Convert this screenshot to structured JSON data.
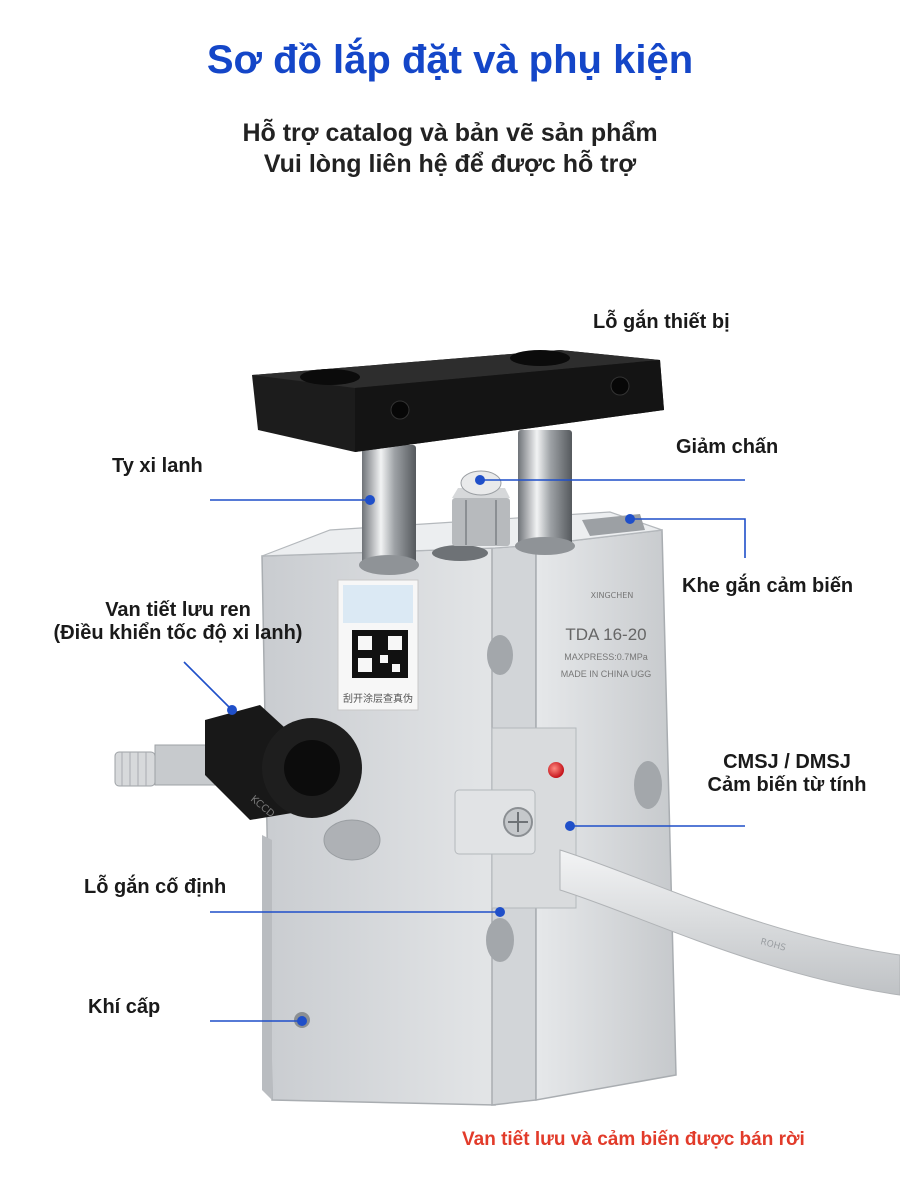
{
  "header": {
    "title": "Sơ đồ lắp đặt và phụ kiện",
    "subtitle_line1": "Hỗ trợ catalog và bản vẽ sản phẩm",
    "subtitle_line2": "Vui lòng liên hệ để được hỗ trợ"
  },
  "labels": {
    "mount_hole_device": "Lỗ gắn thiết bị",
    "piston_rod": "Ty xi lanh",
    "damper": "Giảm chấn",
    "sensor_slot": "Khe gắn cảm biến",
    "valve_line1": "Van tiết lưu ren",
    "valve_line2": "(Điều khiển tốc độ xi lanh)",
    "sensor_line1": "CMSJ / DMSJ",
    "sensor_line2": "Cảm biến từ tính",
    "fixing_hole": "Lỗ gắn cố định",
    "air_supply": "Khí cấp"
  },
  "product": {
    "model": "TDA 16-20",
    "maxpress": "MAXPRESS:0.7MPa",
    "made_in": "MADE IN CHINA UGG",
    "brand": "XINGCHEN",
    "sticker_text": "刮开涂层查真伪",
    "fitting_text": "KCCD",
    "cable_text": "ROHS"
  },
  "footer": {
    "note": "Van tiết lưu và cảm biến được bán rời"
  },
  "colors": {
    "title": "#1446c8",
    "leader": "#1f4fc9",
    "note": "#e23b2a",
    "body": "#d3d6d9",
    "plate": "#1c1c1c"
  }
}
